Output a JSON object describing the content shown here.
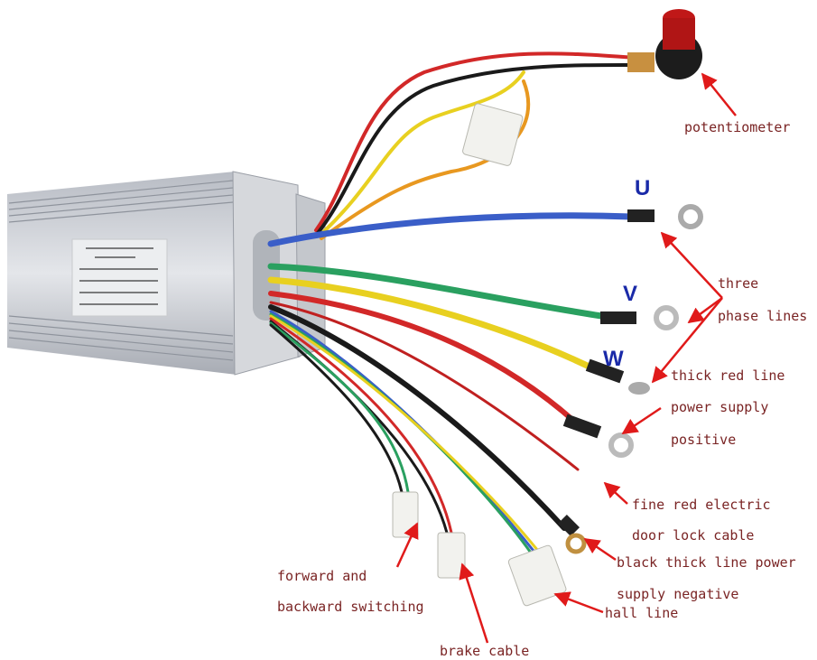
{
  "colors": {
    "label_text": "#7a2424",
    "arrow": "#e01a1a",
    "phase_letter": "#1a2aa8",
    "wire_blue": "#3a5ec8",
    "wire_green": "#2aa060",
    "wire_yellow": "#e8d020",
    "wire_red": "#d22828",
    "wire_black": "#1a1a1a"
  },
  "phases": {
    "u": "U",
    "v": "V",
    "w": "W"
  },
  "labels": {
    "potentiometer": "potentiometer",
    "three": "three",
    "phase_lines": "phase lines",
    "thick_red_line": "thick red line",
    "power_supply": "power supply",
    "positive": "positive",
    "fine_red_electric": "fine red electric",
    "door_lock_cable": "door lock cable",
    "black_thick_line_power": "black thick line power",
    "supply_negative": "supply negative",
    "hall_line": "hall line",
    "forward_and": "forward and",
    "backward_switching": "backward switching",
    "brake_cable": "brake cable"
  }
}
